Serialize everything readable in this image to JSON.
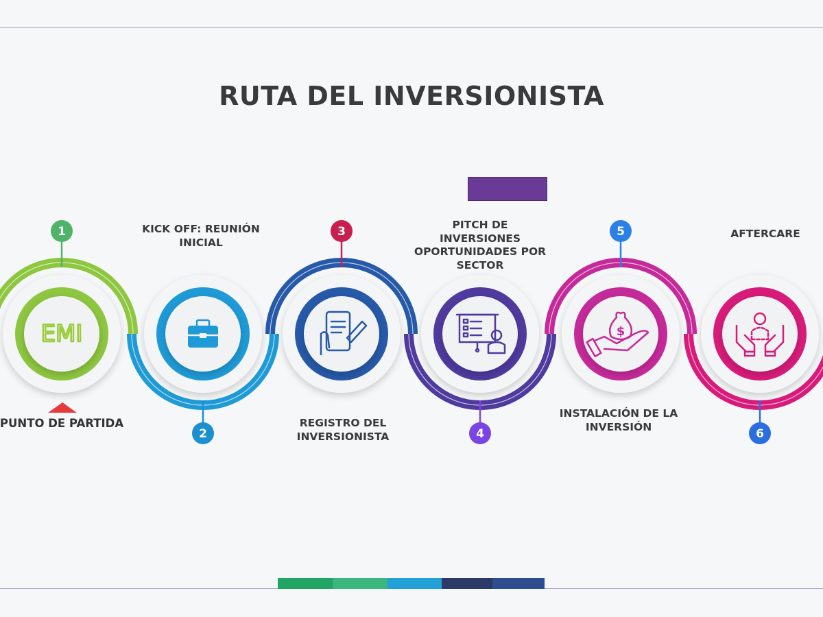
{
  "title": "RUTA DEL INVERSIONISTA",
  "start_label": "PUNTO DE PARTIDA",
  "logo_text": "EMI",
  "steps": [
    {
      "number": "1",
      "label": "",
      "icon": "emi-logo",
      "color": "#8dc63f",
      "badge_color": "#4fb36a"
    },
    {
      "number": "2",
      "label": "KICK OFF: REUNIÓN INICIAL",
      "icon": "briefcase-icon",
      "color": "#1e9ad6",
      "badge_color": "#1b8fd0"
    },
    {
      "number": "3",
      "label": "REGISTRO DEL INVERSIONISTA",
      "icon": "tablet-form-icon",
      "color": "#2659a8",
      "badge_color": "#c81f4f"
    },
    {
      "number": "4",
      "label": "PITCH DE INVERSIONES OPORTUNIDADES POR SECTOR",
      "icon": "presentation-icon",
      "color": "#4f3a9e",
      "badge_color": "#7a45e2"
    },
    {
      "number": "5",
      "label": "INSTALACIÓN DE LA INVERSIÓN",
      "icon": "money-bag-hand-icon",
      "color": "#c52a9a",
      "badge_color": "#2a80e4"
    },
    {
      "number": "6",
      "label": "AFTERCARE",
      "icon": "care-hands-icon",
      "color": "#d81b7a",
      "badge_color": "#2a6ee0"
    }
  ],
  "footer_bar_colors": [
    "#21a464",
    "#3db57f",
    "#22a0d8",
    "#2b3a67",
    "#2e4d8f"
  ],
  "accent_rect_color": "#6a3b96"
}
